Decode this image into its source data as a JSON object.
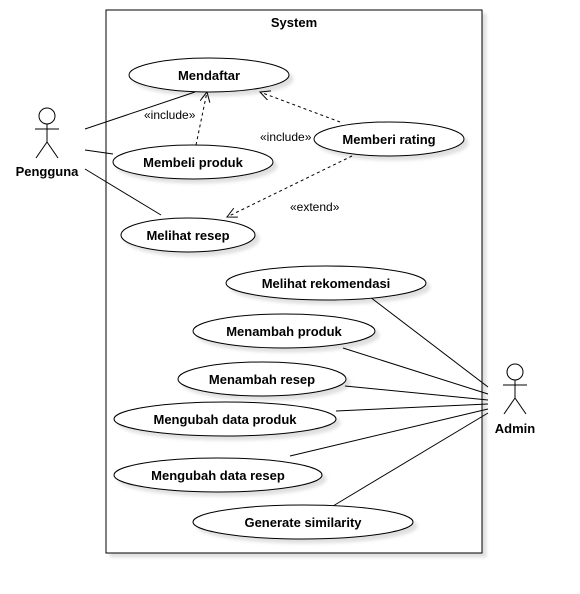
{
  "system": {
    "title": "System"
  },
  "actors": {
    "user": {
      "label": "Pengguna"
    },
    "admin": {
      "label": "Admin"
    }
  },
  "use_cases": {
    "mendaftar": "Mendaftar",
    "membeli_produk": "Membeli produk",
    "memberi_rating": "Memberi rating",
    "melihat_resep": "Melihat resep",
    "melihat_rekomendasi": "Melihat rekomendasi",
    "menambah_produk": "Menambah produk",
    "menambah_resep": "Menambah resep",
    "mengubah_data_produk": "Mengubah data produk",
    "mengubah_data_resep": "Mengubah data resep",
    "generate_similarity": "Generate similarity"
  },
  "relations": {
    "include_membeli": "«include»",
    "include_rating": "«include»",
    "extend_rating": "«extend»"
  }
}
